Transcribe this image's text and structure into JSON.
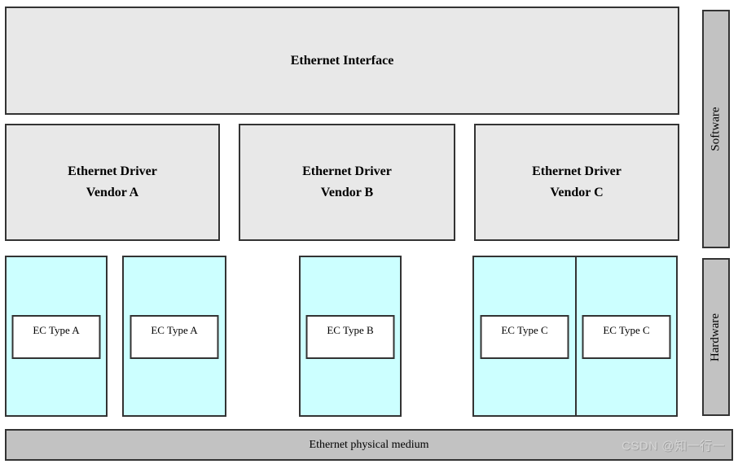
{
  "colors": {
    "block_fill": "#e8e8e8",
    "bar_fill": "#c2c2c2",
    "hardware_fill": "#ccffff",
    "card_fill": "#ffffff",
    "border": "#333333",
    "watermark_text": "#d6d6d6"
  },
  "interface": {
    "label": "Ethernet Interface"
  },
  "drivers": [
    {
      "line1": "Ethernet Driver",
      "line2": "Vendor A"
    },
    {
      "line1": "Ethernet Driver",
      "line2": "Vendor B"
    },
    {
      "line1": "Ethernet Driver",
      "line2": "Vendor C"
    }
  ],
  "side_labels": {
    "software": "Software",
    "hardware": "Hardware"
  },
  "ec_cards": [
    {
      "label": "EC Type A"
    },
    {
      "label": "EC Type A"
    },
    {
      "label": "EC Type B"
    },
    {
      "label": "EC Type C"
    },
    {
      "label": "EC Type C"
    }
  ],
  "bottom_bar": {
    "label": "Ethernet physical medium"
  },
  "watermark": "CSDN @知一行一"
}
